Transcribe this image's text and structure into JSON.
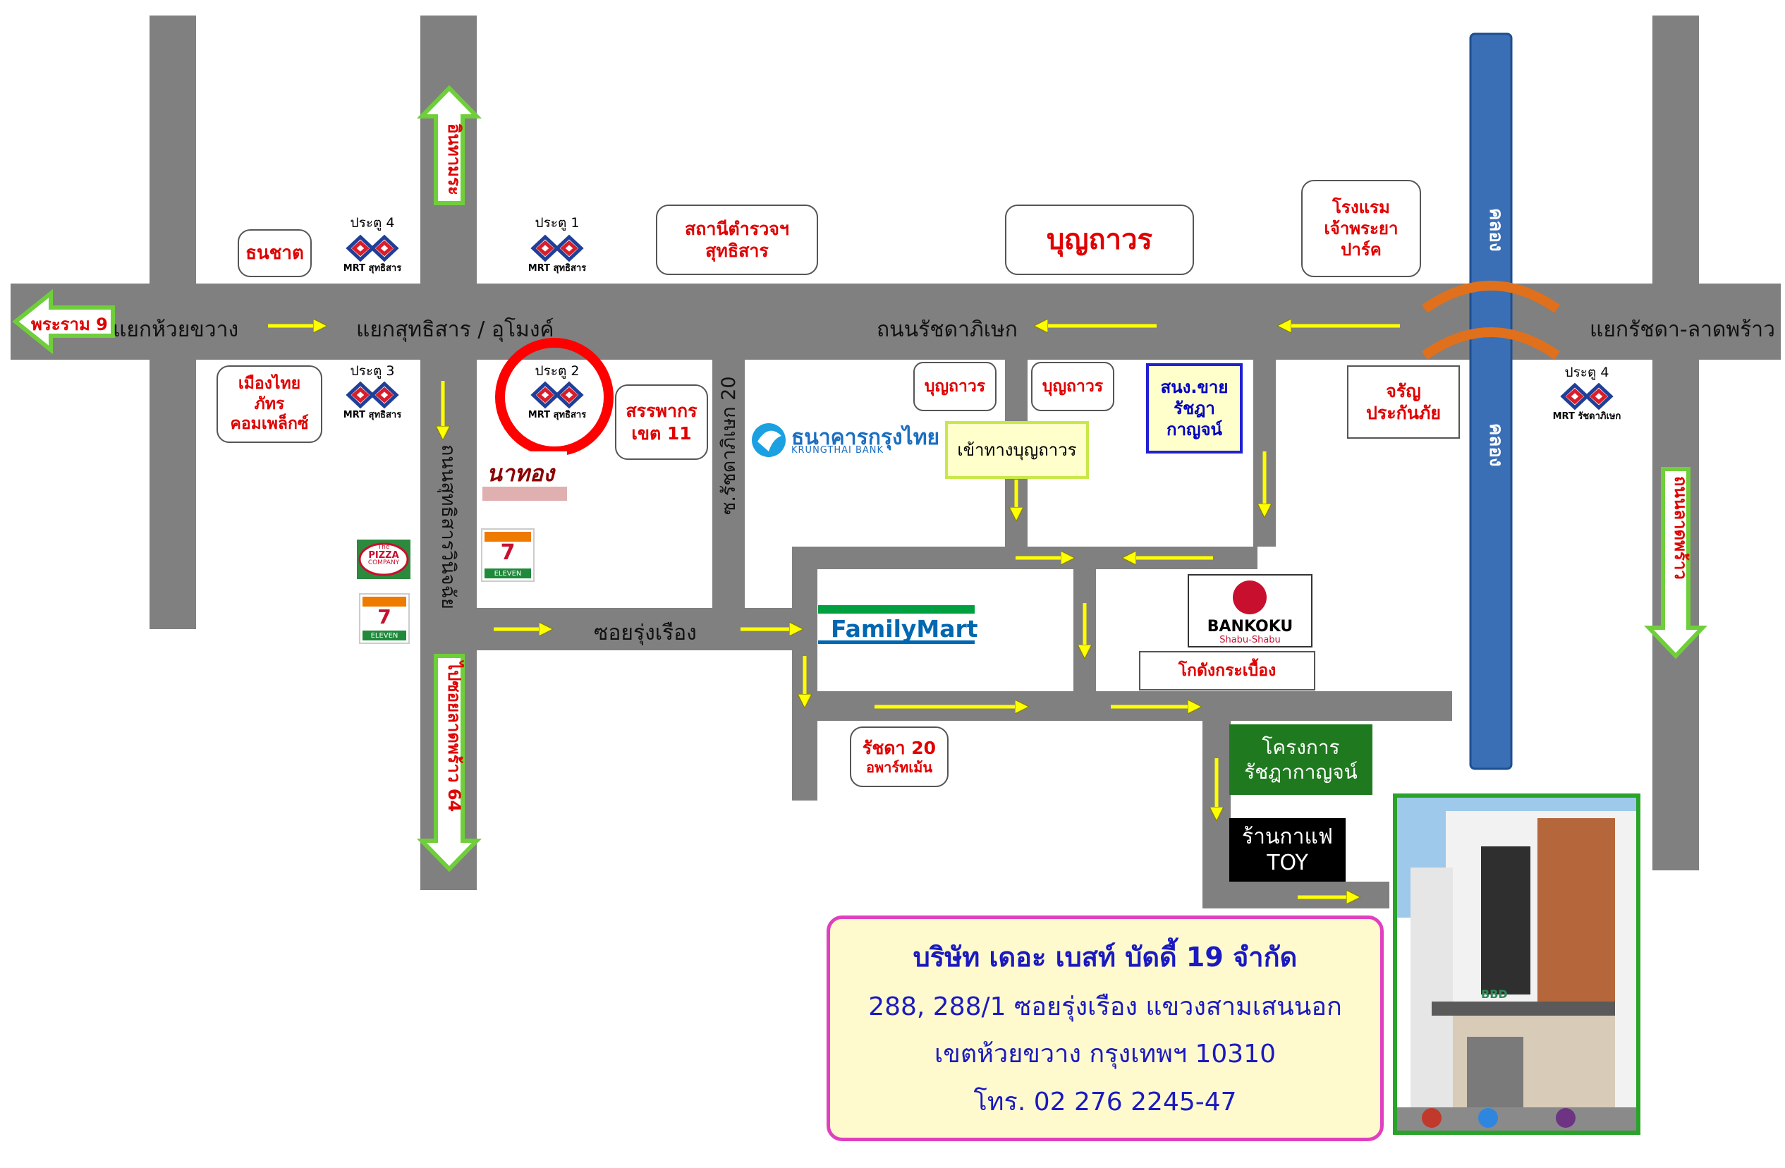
{
  "roads": {
    "main_road": "ถนนรัชดาภิเษก",
    "soi_rung_rueang": "ซอยรุ่งเรือง",
    "soi_ratchada_20": "ซ.รัชดาภิเษก 20",
    "sutthisan_road": "ถนนสุทธิสารวินิจฉัย",
    "lat_phrao_road": "ถนนลาดพร้าว"
  },
  "junctions": {
    "huai_khwang": "แยกห้วยขวาง",
    "sutthisan": "แยกสุทธิสาร / อุโมงค์",
    "ratchada_latphrao": "แยกรัชดา-ลาดพร้าว"
  },
  "directions": {
    "rama9": "พระราม 9",
    "inthamara": "อินทามระ",
    "to_lat_phrao_64": "ไปซอยลาดพร้าว 64",
    "lat_phrao": "ถนนลาดพร้าว"
  },
  "canal": "คลอง",
  "mrt": [
    {
      "gate": "ประตู 4",
      "name": "MRT สุทธิสาร"
    },
    {
      "gate": "ประตู 1",
      "name": "MRT สุทธิสาร"
    },
    {
      "gate": "ประตู 3",
      "name": "MRT สุทธิสาร"
    },
    {
      "gate": "ประตู 2",
      "name": "MRT สุทธิสาร"
    },
    {
      "gate": "ประตู 4",
      "name": "MRT รัชดาภิเษก"
    }
  ],
  "landmarks": {
    "thanachart": "ธนชาต",
    "police_l1": "สถานีตำรวจฯ",
    "police_l2": "สุทธิสาร",
    "boonthavorn_big": "บุญถาวร",
    "hotel_l1": "โรงแรม",
    "hotel_l2": "เจ้าพระยา",
    "hotel_l3": "ปาร์ค",
    "muang_thai_l1": "เมืองไทย",
    "muang_thai_l2": "ภัทร",
    "muang_thai_l3": "คอมเพล็กซ์",
    "revenue_l1": "สรรพากร",
    "revenue_l2": "เขต 11",
    "boonthavorn_1": "บุญถาวร",
    "boonthavorn_2": "บุญถาวร",
    "boonthavorn_entrance": "เข้าทางบุญถาวร",
    "lottery_l1": "สนง.ขาย",
    "lottery_l2": "รัชฎา",
    "lottery_l3": "กาญจน์",
    "charan_l1": "จรัญ",
    "charan_l2": "ประกันภัย",
    "krungthai_th": "ธนาคารกรุงไทย",
    "krungthai_en": "KRUNGTHAI BANK",
    "nathong": "นาทอง",
    "familymart": "FamilyMart",
    "bankoku": "BANKOKU",
    "bankoku_sub": "Shabu-Shabu",
    "tile_warehouse": "โกดังกระเบื้อง",
    "ratchada20_l1": "รัชดา 20",
    "ratchada20_l2": "อพาร์ทเม้น",
    "project_l1": "โครงการ",
    "project_l2": "รัชฎากาญจน์",
    "cafe_l1": "ร้านกาแฟ",
    "cafe_l2": "TOY",
    "pizza_l1": "The",
    "pizza_l2": "PIZZA",
    "pizza_l3": "COMPANY",
    "seven_eleven": "ELEVEN",
    "seven": "7"
  },
  "company": {
    "name": "บริษัท เดอะ เบสท์ บัดดี้ 19 จำกัด",
    "address_l1": "288, 288/1 ซอยรุ่งเรือง แขวงสามเสนนอก",
    "address_l2": "เขตห้วยขวาง กรุงเทพฯ 10310",
    "phone": "โทร. 02 276 2245-47"
  },
  "building_sign": "BBD",
  "colors": {
    "road": "#808080",
    "arrow": "#ffff00",
    "arrow_outline": "#808000",
    "label_red": "#e00000",
    "canal": "#3a6fb5",
    "bridge": "#e0701c",
    "direction_arrow_fill": "#ffffff",
    "direction_arrow_border": "#6fcf3a",
    "marker": "#ff0000",
    "company_border": "#e040c0",
    "company_fill": "#fffacd",
    "company_text": "#1a1ac0",
    "project_bg": "#1f7a1f",
    "lottery_border": "#2020d0",
    "lottery_text": "#0000c0",
    "entrance_bg": "#ffffcc",
    "entrance_border": "#c8e84a"
  },
  "icons": [
    "mrt-logo-icon",
    "arrow-icon",
    "pizza-company-logo",
    "seven-eleven-logo",
    "krungthai-logo",
    "familymart-logo",
    "bankoku-logo",
    "building-photo"
  ]
}
